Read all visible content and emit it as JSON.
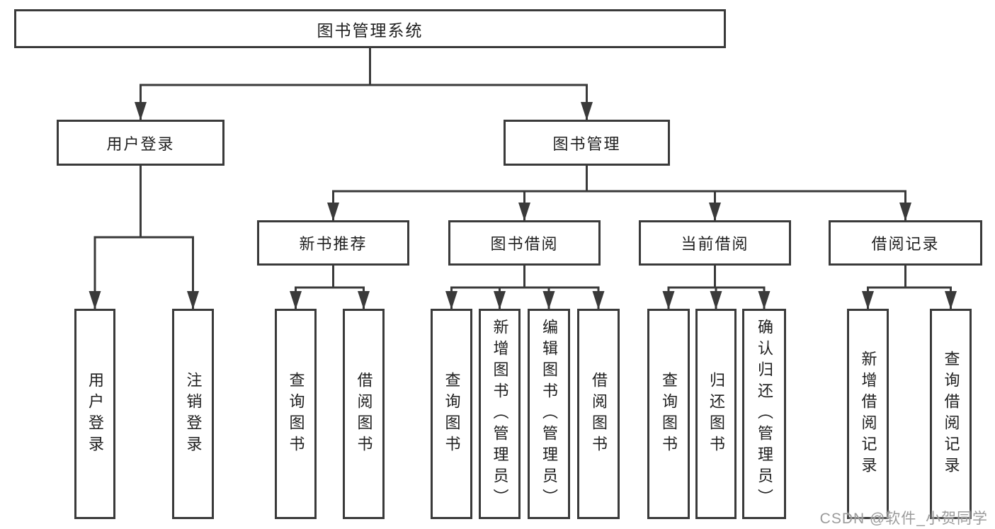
{
  "watermark": {
    "text": "CSDN @软件_小贺同学",
    "color": "#9b9b9b"
  },
  "diagram": {
    "line_color": "#3a3a3a",
    "box_border_color": "#3a3a3a",
    "text_color": "#1f1f1f",
    "background_color": "#ffffff",
    "nodes": [
      {
        "id": "library-system",
        "label": "图书管理系统",
        "orientation": "horizontal"
      },
      {
        "id": "user-login",
        "label": "用户登录",
        "orientation": "horizontal"
      },
      {
        "id": "book-management",
        "label": "图书管理",
        "orientation": "horizontal"
      },
      {
        "id": "new-book-recommend",
        "label": "新书推荐",
        "orientation": "horizontal"
      },
      {
        "id": "book-borrowing",
        "label": "图书借阅",
        "orientation": "horizontal"
      },
      {
        "id": "current-borrowing",
        "label": "当前借阅",
        "orientation": "horizontal"
      },
      {
        "id": "borrowing-records",
        "label": "借阅记录",
        "orientation": "horizontal"
      },
      {
        "id": "leaf-user-login",
        "label": "用户登录",
        "orientation": "vertical"
      },
      {
        "id": "leaf-logout",
        "label": "注销登录",
        "orientation": "vertical"
      },
      {
        "id": "leaf-nbr-query-books",
        "label": "查询图书",
        "orientation": "vertical"
      },
      {
        "id": "leaf-nbr-borrow-books",
        "label": "借阅图书",
        "orientation": "vertical"
      },
      {
        "id": "leaf-bb-query-books",
        "label": "查询图书",
        "orientation": "vertical"
      },
      {
        "id": "leaf-bb-add-books",
        "label": "新增图书（管理员）",
        "orientation": "vertical"
      },
      {
        "id": "leaf-bb-edit-books",
        "label": "编辑图书（管理员）",
        "orientation": "vertical"
      },
      {
        "id": "leaf-bb-borrow-books",
        "label": "借阅图书",
        "orientation": "vertical"
      },
      {
        "id": "leaf-cb-query-books",
        "label": "查询图书",
        "orientation": "vertical"
      },
      {
        "id": "leaf-cb-return-books",
        "label": "归还图书",
        "orientation": "vertical"
      },
      {
        "id": "leaf-cb-confirm-return",
        "label": "确认归还（管理员）",
        "orientation": "vertical"
      },
      {
        "id": "leaf-br-add-record",
        "label": "新增借阅记录",
        "orientation": "vertical"
      },
      {
        "id": "leaf-br-query-record",
        "label": "查询借阅记录",
        "orientation": "vertical"
      }
    ],
    "edges": [
      {
        "from": "library-system",
        "to": [
          "user-login",
          "book-management"
        ]
      },
      {
        "from": "user-login",
        "to": [
          "leaf-user-login",
          "leaf-logout"
        ]
      },
      {
        "from": "book-management",
        "to": [
          "new-book-recommend",
          "book-borrowing",
          "current-borrowing",
          "borrowing-records"
        ]
      },
      {
        "from": "new-book-recommend",
        "to": [
          "leaf-nbr-query-books",
          "leaf-nbr-borrow-books"
        ]
      },
      {
        "from": "book-borrowing",
        "to": [
          "leaf-bb-query-books",
          "leaf-bb-add-books",
          "leaf-bb-edit-books",
          "leaf-bb-borrow-books"
        ]
      },
      {
        "from": "current-borrowing",
        "to": [
          "leaf-cb-query-books",
          "leaf-cb-return-books",
          "leaf-cb-confirm-return"
        ]
      },
      {
        "from": "borrowing-records",
        "to": [
          "leaf-br-add-record",
          "leaf-br-query-record"
        ]
      }
    ]
  }
}
